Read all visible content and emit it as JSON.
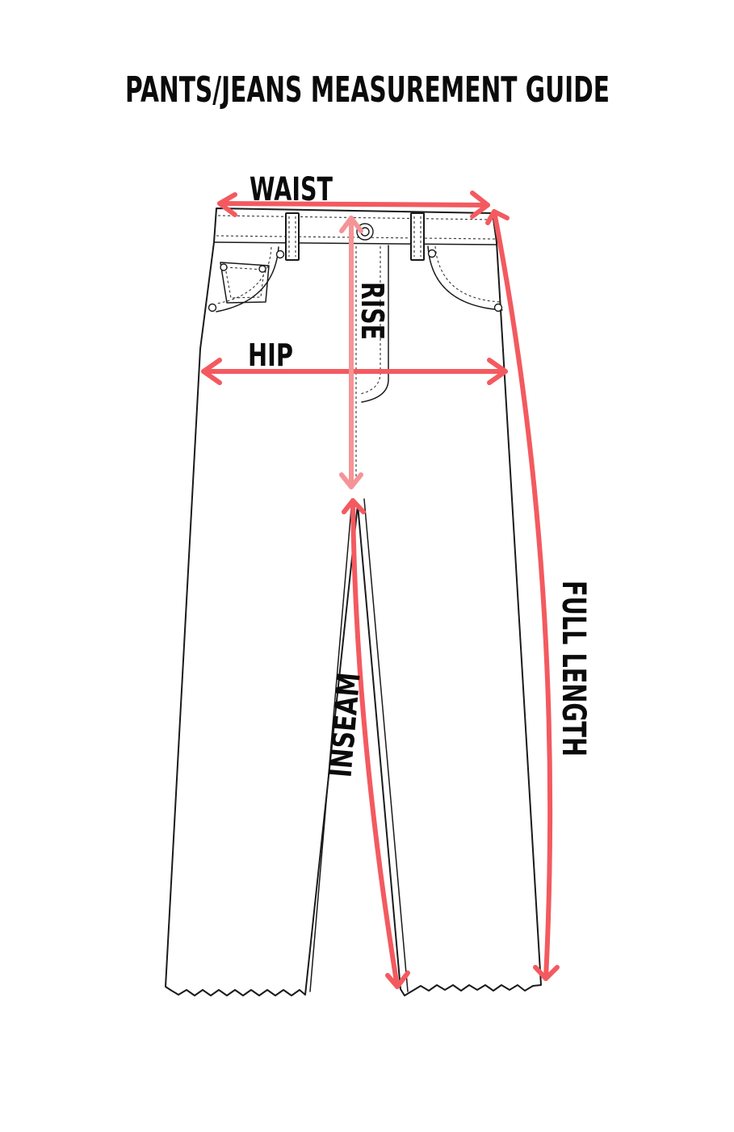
{
  "title": "PANTS/JEANS MEASUREMENT GUIDE",
  "labels": {
    "waist": "WAIST",
    "hip": "HIP",
    "rise": "RISE",
    "inseam": "INSEAM",
    "full_length": "FULL LENGTH"
  },
  "colors": {
    "arrow": "#f35a5f",
    "rise_arrow": "#f59497",
    "outline": "#1a1a1a",
    "text": "#0b0b0b",
    "background": "#ffffff"
  }
}
